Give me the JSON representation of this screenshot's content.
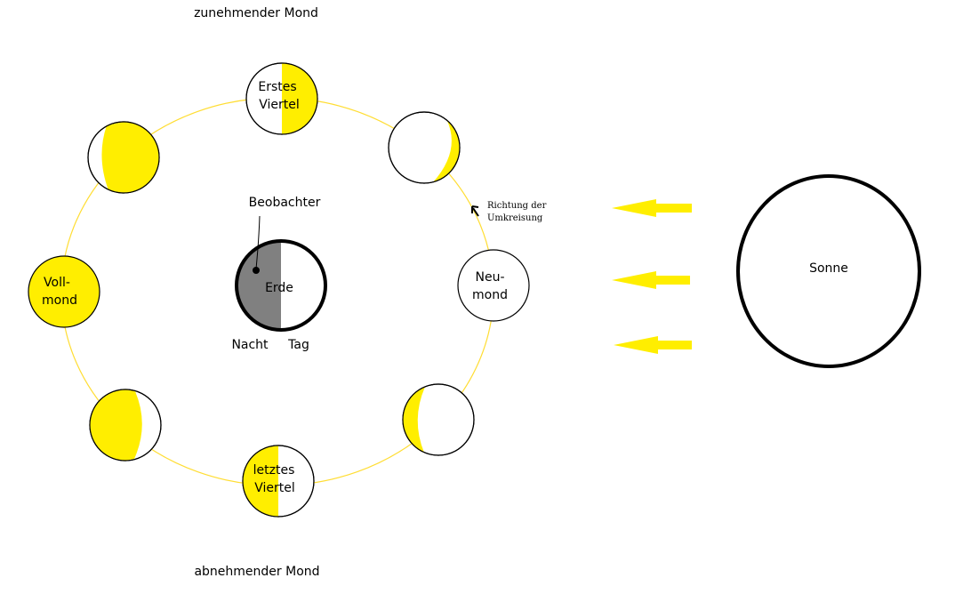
{
  "labels": {
    "waxing": "zunehmender Mond",
    "waning": "abnehmender Mond",
    "observer": "Beobachter",
    "earth": "Erde",
    "night": "Nacht",
    "day": "Tag",
    "sun": "Sonne",
    "direction_line1": "Richtung der",
    "direction_line2": "Umkreisung",
    "first_quarter_line1": "Erstes",
    "first_quarter_line2": "Viertel",
    "last_quarter_line1": "letztes",
    "last_quarter_line2": "Viertel",
    "full_moon_line1": "Voll-",
    "full_moon_line2": "mond",
    "new_moon_line1": "Neu-",
    "new_moon_line2": "mond"
  },
  "colors": {
    "moon_lit": "#ffee00",
    "orbit": "#ffdd33",
    "earth_night": "#808080",
    "arrow": "#ffee00",
    "outline": "#000000"
  }
}
